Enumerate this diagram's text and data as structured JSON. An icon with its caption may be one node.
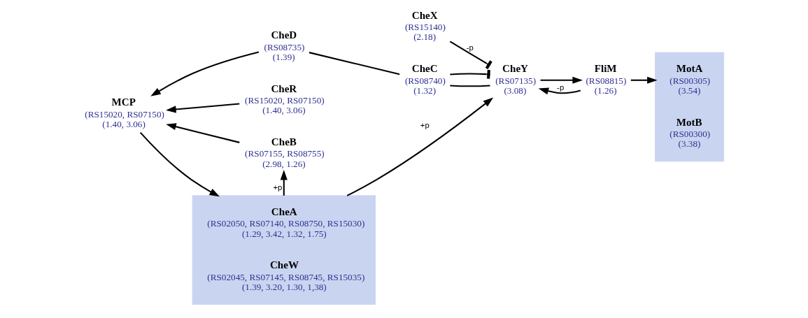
{
  "diagram": {
    "nodes": [
      {
        "text": [
          "CheD",
          "(RS08735)",
          "(1.39)"
        ]
      },
      {
        "text": [
          "CheC",
          "(RS08740)",
          "(1.32)"
        ]
      },
      {
        "text": [
          "CheX",
          "(RS15140)",
          "(2.18)"
        ]
      },
      {
        "text": [
          "CheR",
          "(RS15020, RS07150)",
          "(1.40, 3.06)"
        ]
      },
      {
        "text": [
          "MCP",
          "(RS15020, RS07150)",
          "(1.40, 3.06)"
        ]
      },
      {
        "text": [
          "CheB",
          "(RS07155, RS08755)",
          "(2.98, 1.26)"
        ]
      },
      {
        "text": [],
        "shape": "box"
      },
      {
        "text": [
          "CheA",
          "(RS02050, RS07140, RS08750, RS15030)",
          "(1.29, 3.42, 1.32, 1.75)"
        ],
        "in": 6
      },
      {
        "text": [
          "CheW",
          "(RS02045, RS07145, RS08745, RS15035)",
          "(1.39, 3.20, 1.30, 1,38)"
        ],
        "in": 6
      },
      {
        "text": [
          "CheY",
          "(RS07135)",
          "(3.08)"
        ]
      },
      {
        "text": [
          "FliM",
          "(RS08815)",
          "(1.26)"
        ]
      },
      {
        "text": [],
        "shape": "box"
      },
      {
        "text": [
          "MotA",
          "(RS00305)",
          "(3.54)"
        ],
        "in": 11
      },
      {
        "text": [
          "MotB",
          "(RS00300)",
          "(3.38)"
        ],
        "in": 11
      }
    ],
    "edges": [
      {
        "from": 0,
        "to": 4,
        "arrow": "to"
      },
      {
        "from": 0,
        "to": 1,
        "arrow": "none"
      },
      {
        "from": 3,
        "to": 4,
        "arrow": "to"
      },
      {
        "from": 5,
        "to": 4,
        "arrow": "to"
      },
      {
        "from": 4,
        "to": 6,
        "arrow": "to"
      },
      {
        "from": 6,
        "to": 5,
        "arrow": "to",
        "label": "+p"
      },
      {
        "from": 6,
        "to": 9,
        "arrow": "to",
        "label": "+p"
      },
      {
        "from": 1,
        "to": 9,
        "arrow": "none"
      },
      {
        "from": 1,
        "to": 9,
        "arrow": "other"
      },
      {
        "from": 2,
        "to": 9,
        "arrow": "other",
        "label": "-p"
      },
      {
        "from": 9,
        "to": 10,
        "arrow": "to"
      },
      {
        "from": 10,
        "to": 11,
        "arrow": "to"
      },
      {
        "from": 10,
        "to": 9,
        "arrow": "to",
        "label": "-p"
      }
    ]
  }
}
